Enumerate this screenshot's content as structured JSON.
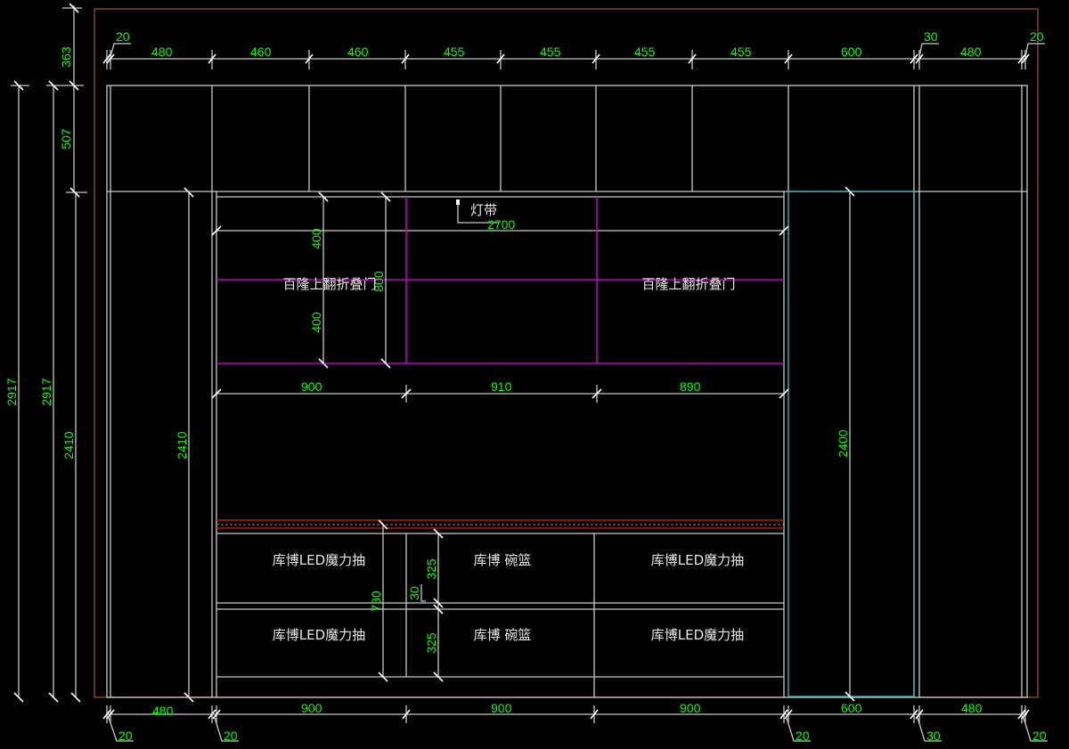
{
  "drawing": {
    "title": "Cabinet elevation drawing",
    "units": "mm",
    "colors": {
      "background": "#000000",
      "lines": "#c8c8c8",
      "dimensions": "#00ff00",
      "frame": "#8b4a20",
      "folding_door_lines": "#c000c0",
      "tall_door_outline": "#3cb4b4",
      "light_strip": "#c01010"
    }
  },
  "top_dimensions": [
    "20",
    "480",
    "460",
    "460",
    "455",
    "455",
    "455",
    "455",
    "600",
    "30",
    "480",
    "20"
  ],
  "bottom_dimensions": {
    "main": [
      "480",
      "900",
      "900",
      "900",
      "600",
      "480"
    ],
    "small": [
      "20",
      "20",
      "20",
      "30",
      "20"
    ]
  },
  "left_dimensions": {
    "top_height": "363",
    "upper_cabinet": "507",
    "total_a": "2917",
    "total_b": "2917",
    "lower_height": "2410",
    "inner_height": "2410"
  },
  "tall_cabinet_height": "2400",
  "upper_section": {
    "light_strip_label": "灯带",
    "light_strip_width": "2700",
    "door_label_left": "百隆上翻折叠门",
    "door_label_right": "百隆上翻折叠门",
    "door_panel_heights": [
      "400",
      "400"
    ],
    "door_total_height": "800",
    "widths": [
      "900",
      "910",
      "890"
    ]
  },
  "lower_section": {
    "drawers": [
      {
        "left": "库博LED魔力抽",
        "middle": "库博 碗篮",
        "right": "库博LED魔力抽"
      },
      {
        "left": "库博LED魔力抽",
        "middle": "库博 碗篮",
        "right": "库博LED魔力抽"
      }
    ],
    "drawer_height": "325",
    "divider": "30",
    "total_height": "730"
  }
}
